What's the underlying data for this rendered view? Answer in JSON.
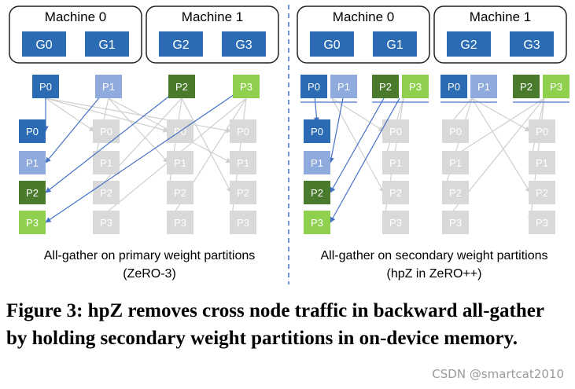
{
  "colors": {
    "gpu": "#2a6bb3",
    "p0": "#2a6bb3",
    "p1": "#8faadc",
    "p2": "#4a7a2c",
    "p3": "#8fd14f",
    "grey_box": "#d9d9d9",
    "grey_text": "#ffffff",
    "arrow_active": "#4472c4",
    "arrow_faded": "#cfcfcf",
    "divider": "#4472c4"
  },
  "left": {
    "machines": [
      {
        "title": "Machine 0",
        "gpus": [
          "G0",
          "G1"
        ]
      },
      {
        "title": "Machine 1",
        "gpus": [
          "G2",
          "G3"
        ]
      }
    ],
    "top_partitions": [
      "P0",
      "P1",
      "P2",
      "P3"
    ],
    "active_column": [
      "P0",
      "P1",
      "P2",
      "P3"
    ],
    "grey_labels": [
      "P0",
      "P1",
      "P2",
      "P3"
    ],
    "caption_line1": "All-gather on primary weight partitions",
    "caption_line2": "(ZeRO-3)"
  },
  "right": {
    "machines": [
      {
        "title": "Machine 0",
        "gpus": [
          "G0",
          "G1"
        ]
      },
      {
        "title": "Machine 1",
        "gpus": [
          "G2",
          "G3"
        ]
      }
    ],
    "top_pairs": [
      [
        "P0",
        "P1"
      ],
      [
        "P2",
        "P3"
      ],
      [
        "P0",
        "P1"
      ],
      [
        "P2",
        "P3"
      ]
    ],
    "active_column": [
      "P0",
      "P1",
      "P2",
      "P3"
    ],
    "grey_labels": [
      "P0",
      "P1",
      "P2",
      "P3"
    ],
    "caption_line1": "All-gather on secondary weight partitions",
    "caption_line2": "(hpZ in ZeRO++)"
  },
  "caption": "Figure 3:  hpZ removes cross node traffic in backward all-gather by holding secondary weight partitions in on-device memory.",
  "watermark": "CSDN @smartcat2010"
}
